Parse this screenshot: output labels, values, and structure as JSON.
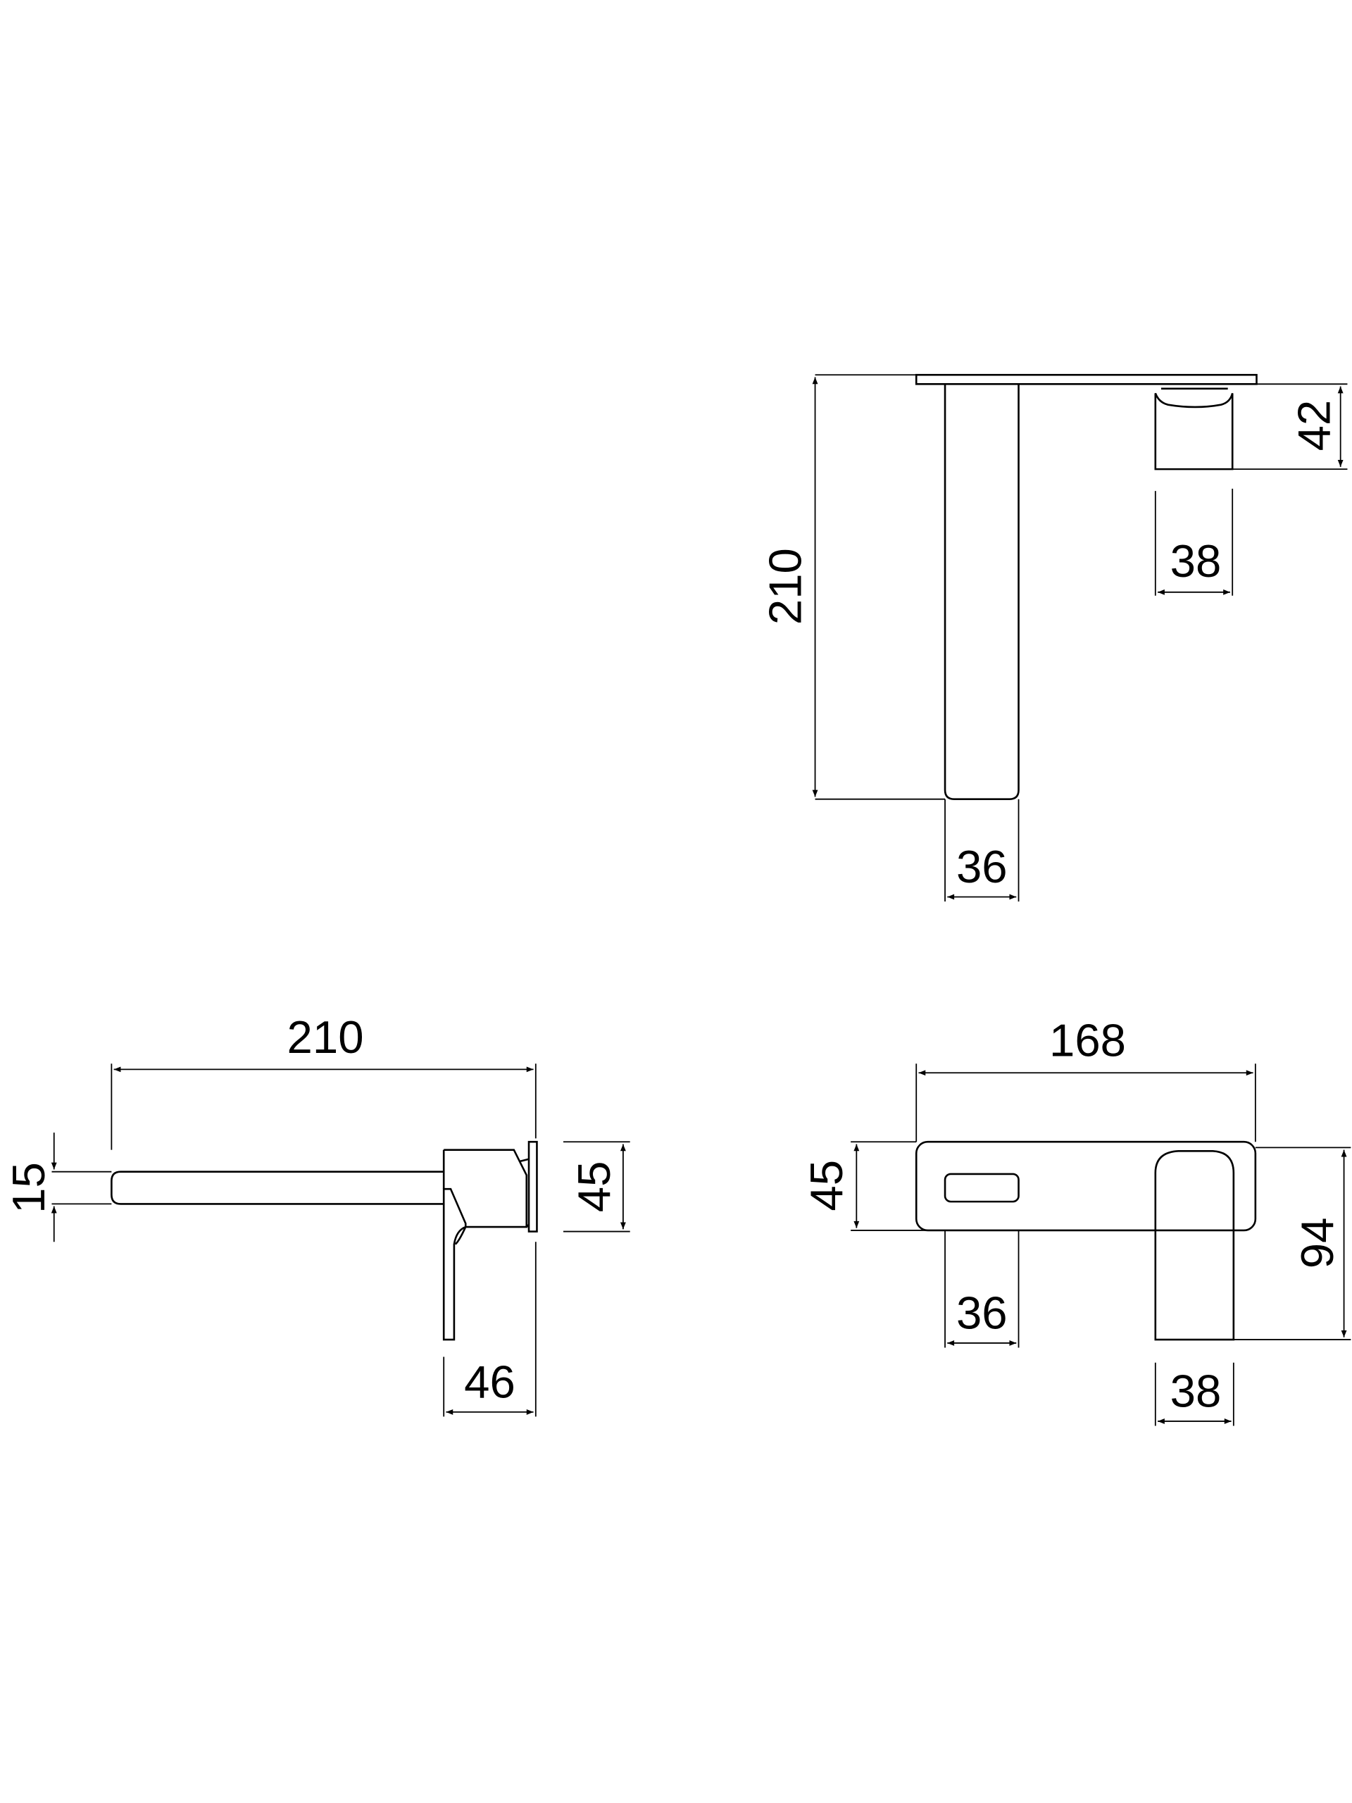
{
  "drawing": {
    "top_view": {
      "spout_length": "210",
      "spout_width": "36",
      "handle_depth": "42",
      "handle_width": "38"
    },
    "side_view": {
      "spout_length": "210",
      "spout_height": "15",
      "plate_height": "45",
      "projection": "46"
    },
    "front_view": {
      "plate_width": "168",
      "plate_height": "45",
      "spout_width": "36",
      "handle_width": "38",
      "overall_height": "94"
    }
  },
  "colors": {
    "line": "#000000",
    "background": "#ffffff"
  }
}
